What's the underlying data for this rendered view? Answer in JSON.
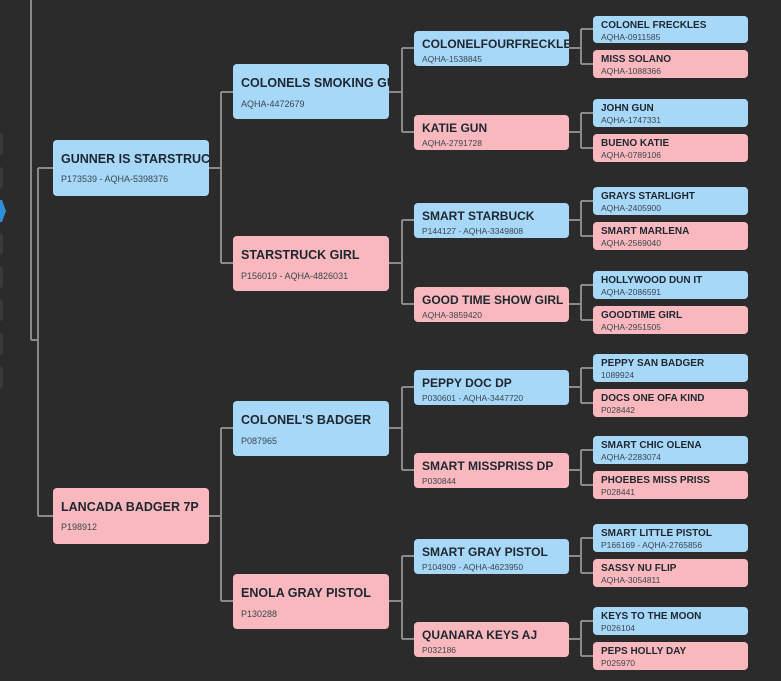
{
  "pedigree": {
    "sire": {
      "name": "GUNNER IS STARSTRUCK",
      "reg": "P173539 - AQHA-5398376",
      "sire": {
        "name": "COLONELS SMOKING GUN",
        "reg": "AQHA-4472679",
        "sire": {
          "name": "COLONELFOURFRECKLE",
          "reg": "AQHA-1538845",
          "sire": {
            "name": "COLONEL FRECKLES",
            "reg": "AQHA-0911585"
          },
          "dam": {
            "name": "MISS SOLANO",
            "reg": "AQHA-1088366"
          }
        },
        "dam": {
          "name": "KATIE GUN",
          "reg": "AQHA-2791728",
          "sire": {
            "name": "JOHN GUN",
            "reg": "AQHA-1747331"
          },
          "dam": {
            "name": "BUENO KATIE",
            "reg": "AQHA-0789106"
          }
        }
      },
      "dam": {
        "name": "STARSTRUCK GIRL",
        "reg": "P156019 - AQHA-4826031",
        "sire": {
          "name": "SMART STARBUCK",
          "reg": "P144127 - AQHA-3349808",
          "sire": {
            "name": "GRAYS STARLIGHT",
            "reg": "AQHA-2405900"
          },
          "dam": {
            "name": "SMART MARLENA",
            "reg": "AQHA-2569040"
          }
        },
        "dam": {
          "name": "GOOD TIME SHOW GIRL",
          "reg": "AQHA-3859420",
          "sire": {
            "name": "HOLLYWOOD DUN IT",
            "reg": "AQHA-2086591"
          },
          "dam": {
            "name": "GOODTIME GIRL",
            "reg": "AQHA-2951505"
          }
        }
      }
    },
    "dam": {
      "name": "LANCADA BADGER 7P",
      "reg": "P198912",
      "sire": {
        "name": "COLONEL'S BADGER",
        "reg": "P087965",
        "sire": {
          "name": "PEPPY DOC DP",
          "reg": "P030601 - AQHA-3447720",
          "sire": {
            "name": "PEPPY SAN BADGER",
            "reg": "1089924"
          },
          "dam": {
            "name": "DOCS ONE OFA KIND",
            "reg": "P028442"
          }
        },
        "dam": {
          "name": "SMART MISSPRISS DP",
          "reg": "P030844",
          "sire": {
            "name": "SMART CHIC OLENA",
            "reg": "AQHA-2283074"
          },
          "dam": {
            "name": "PHOEBES MISS PRISS",
            "reg": "P028441"
          }
        }
      },
      "dam": {
        "name": "ENOLA GRAY PISTOL",
        "reg": "P130288",
        "sire": {
          "name": "SMART GRAY PISTOL",
          "reg": "P104909 - AQHA-4623950",
          "sire": {
            "name": "SMART LITTLE PISTOL",
            "reg": "P166169 - AQHA-2765856"
          },
          "dam": {
            "name": "SASSY NU FLIP",
            "reg": "AQHA-3054811"
          }
        },
        "dam": {
          "name": "QUANARA KEYS AJ",
          "reg": "P032186",
          "sire": {
            "name": "KEYS TO THE MOON",
            "reg": "P026104"
          },
          "dam": {
            "name": "PEPS HOLLY DAY",
            "reg": "P025970"
          }
        }
      }
    }
  },
  "colors": {
    "male": "#a8d8f8",
    "female": "#f9b8bd",
    "connector": "#8a8a8a",
    "background": "#2b2b2b"
  }
}
